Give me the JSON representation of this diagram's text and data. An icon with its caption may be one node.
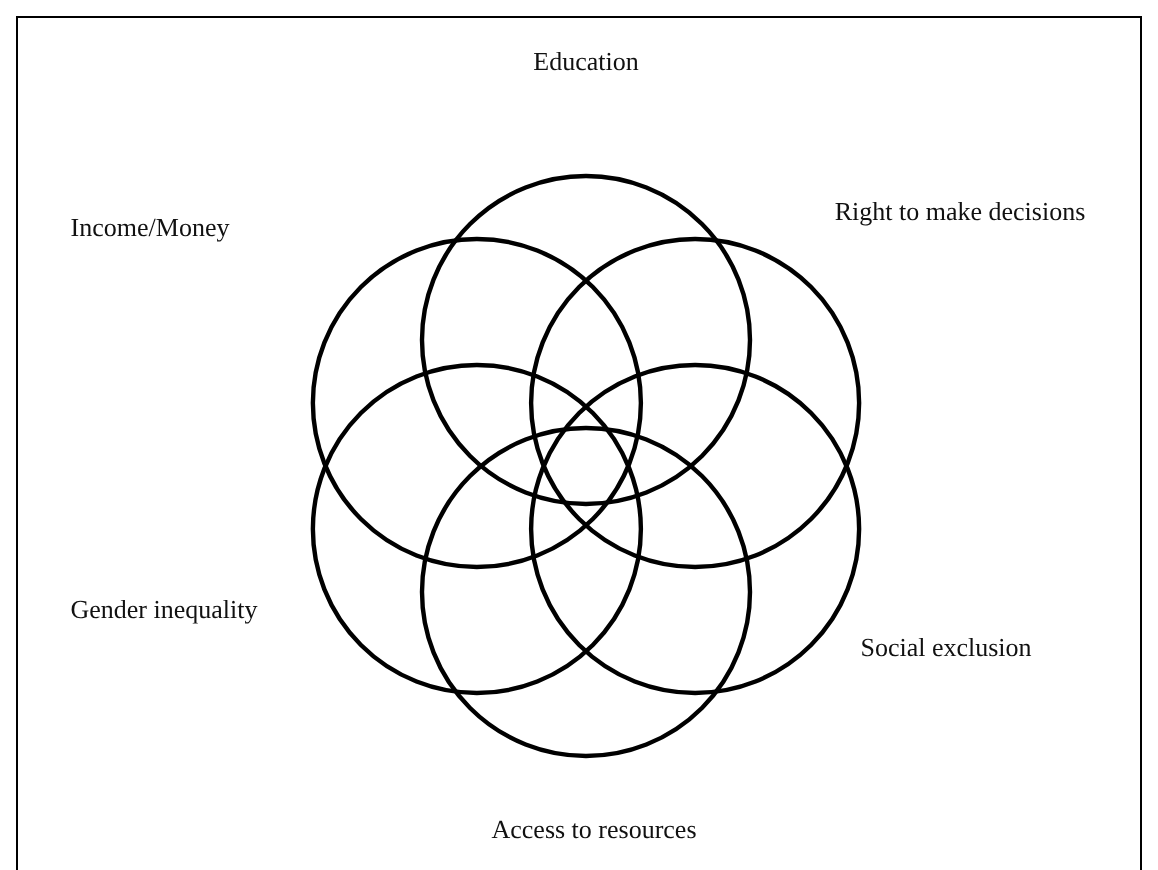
{
  "diagram": {
    "nodes": [
      {
        "text": [],
        "shape": "circle"
      },
      {
        "text": [],
        "shape": "circle"
      },
      {
        "text": [],
        "shape": "circle"
      },
      {
        "text": [],
        "shape": "circle"
      },
      {
        "text": [],
        "shape": "circle"
      },
      {
        "text": [],
        "shape": "circle"
      }
    ],
    "labels": [
      "Education",
      "Right to make decisions",
      "Income/Money",
      "Gender inequality",
      "Social exclusion",
      "Access to resources"
    ]
  }
}
